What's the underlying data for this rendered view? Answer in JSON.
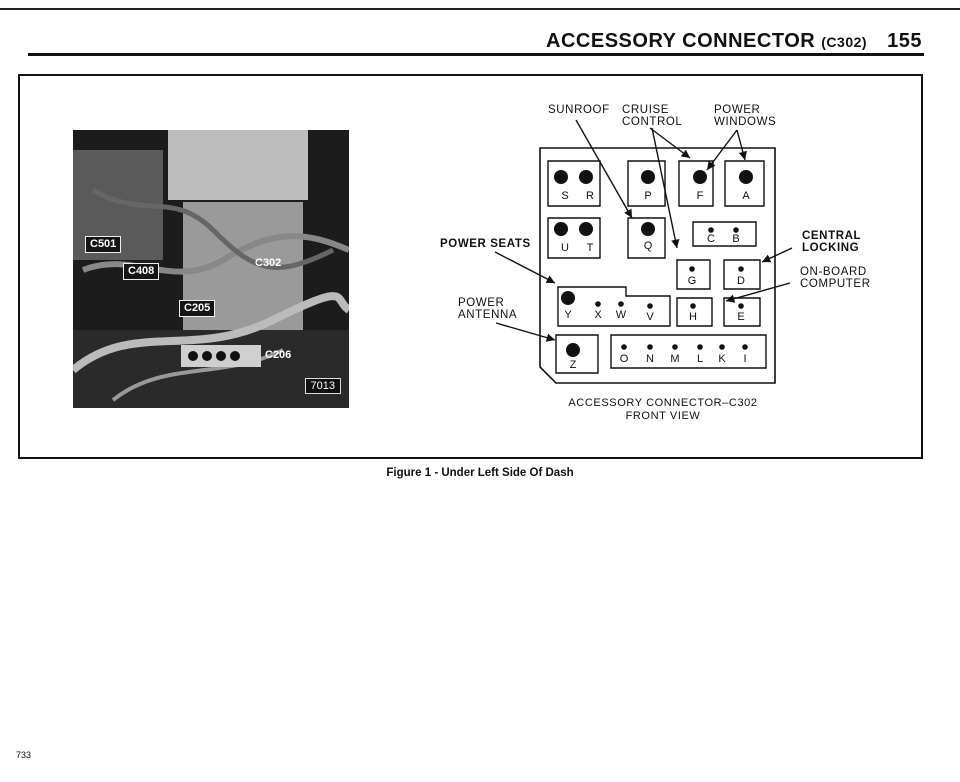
{
  "header": {
    "title": "ACCESSORY CONNECTOR",
    "code": "(C302)",
    "page": "155"
  },
  "photo": {
    "labels": [
      "C501",
      "C408",
      "C302",
      "C205",
      "C206"
    ],
    "number": "7013"
  },
  "diagram": {
    "callouts": {
      "sunroof": "SUNROOF",
      "cruise_1": "CRUISE",
      "cruise_2": "CONTROL",
      "power_windows_1": "POWER",
      "power_windows_2": "WINDOWS",
      "power_seats": "POWER SEATS",
      "power_antenna_1": "POWER",
      "power_antenna_2": "ANTENNA",
      "central_locking_1": "CENTRAL",
      "central_locking_2": "LOCKING",
      "onboard_1": "ON-BOARD",
      "onboard_2": "COMPUTER"
    },
    "pins": [
      "S",
      "R",
      "P",
      "F",
      "A",
      "U",
      "T",
      "Q",
      "C",
      "B",
      "G",
      "D",
      "Y",
      "X",
      "W",
      "V",
      "H",
      "E",
      "Z",
      "O",
      "N",
      "M",
      "L",
      "K",
      "I"
    ],
    "caption_1": "ACCESSORY CONNECTOR–C302",
    "caption_2": "FRONT VIEW"
  },
  "figure_caption": "Figure 1 - Under Left Side Of Dash",
  "page_number": "733"
}
